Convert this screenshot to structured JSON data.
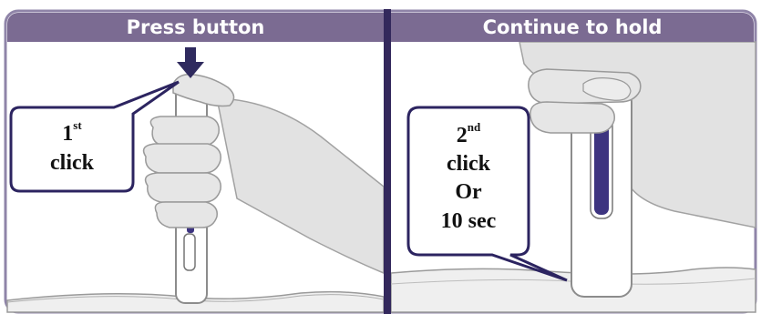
{
  "panels": {
    "left": {
      "header": "Press button",
      "callout": {
        "ordinal_number": "1",
        "ordinal_suffix": "st",
        "word": "click"
      }
    },
    "right": {
      "header": "Continue to hold",
      "callout": {
        "ordinal_number": "2",
        "ordinal_suffix": "nd",
        "line2": "click",
        "line3": "Or",
        "line4": "10 sec"
      }
    }
  },
  "colors": {
    "header_bg": "#7b6b92",
    "divider": "#33285c",
    "callout_border": "#2c2460",
    "frame": "#7b6b92",
    "window": "#3d3480"
  },
  "icons": {
    "arrow": "down-arrow-icon"
  }
}
